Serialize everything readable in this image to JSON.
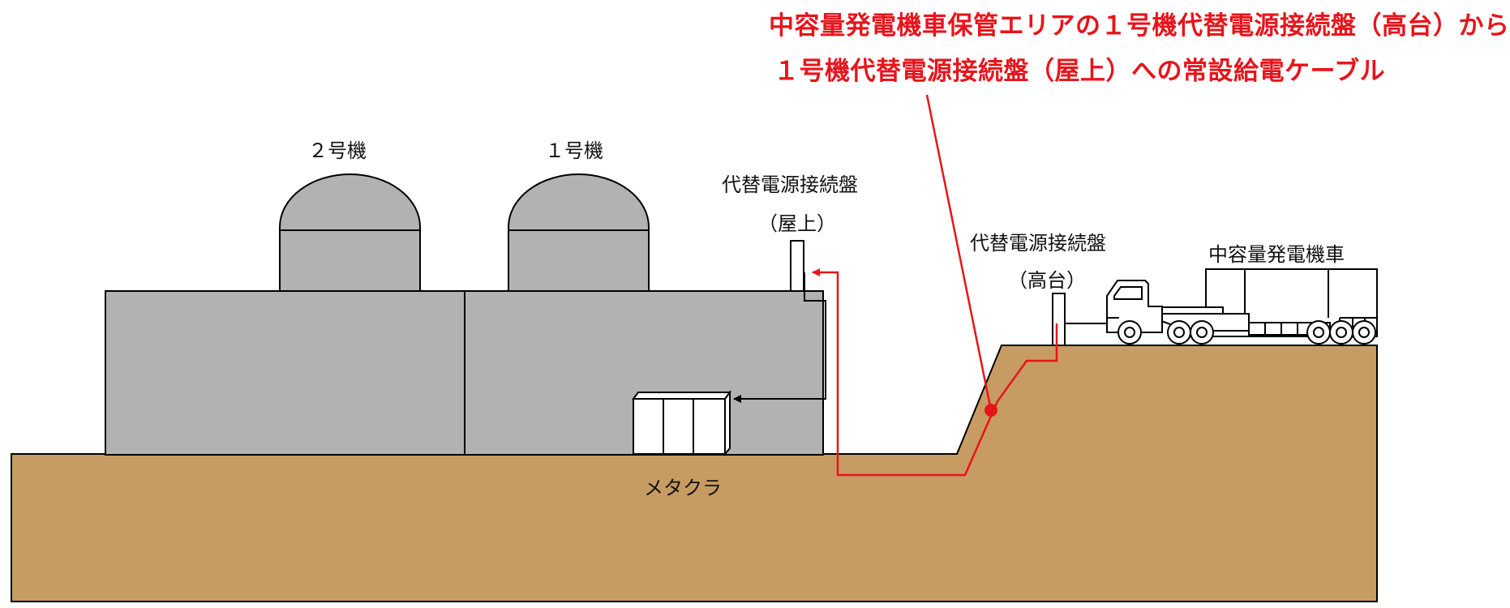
{
  "annotation": {
    "line1": "中容量発電機車保管エリアの１号機代替電源接続盤（高台）から",
    "line2": "１号機代替電源接続盤（屋上）への常設給電ケーブル"
  },
  "labels": {
    "unit2": "２号機",
    "unit1": "１号機",
    "panel_roof_line1": "代替電源接続盤",
    "panel_roof_line2": "（屋上）",
    "panel_high_line1": "代替電源接続盤",
    "panel_high_line2": "（高台）",
    "generator_truck": "中容量発電機車",
    "metaclad": "メタクラ"
  },
  "colors": {
    "ground": "#c69c63",
    "building": "#b2b2b2",
    "cable": "#e8141b",
    "outline": "#000000"
  }
}
